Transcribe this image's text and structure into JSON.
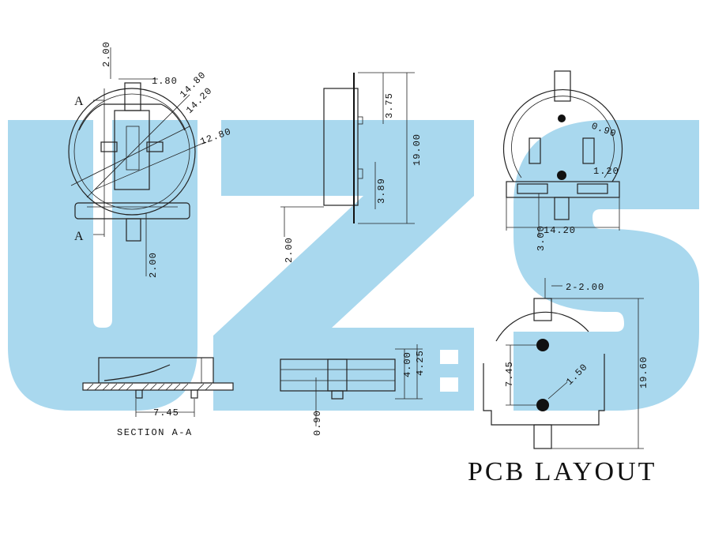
{
  "watermark": {
    "letters": [
      "U",
      "Z",
      "S"
    ],
    "color": "#a9d8ee"
  },
  "front_view": {
    "dim_top": "2.00",
    "dim_width": "1.80",
    "dim_outer": "14.80",
    "dim_inner": "14.20",
    "dim_battery": "12.80",
    "dim_bottom": "2.00",
    "section_label_top": "A",
    "section_label_bottom": "A"
  },
  "side_view": {
    "dim_upper": "3.75",
    "dim_height": "19.00",
    "dim_lower": "3.89",
    "dim_base": "2.00"
  },
  "top_view": {
    "dim_hole_small": "0.90",
    "dim_hole_large": "1.20",
    "dim_width": "14.20",
    "dim_pin": "3.00"
  },
  "section_view": {
    "dim_width": "7.45",
    "caption": "SECTION  A-A"
  },
  "bottom_view": {
    "dim_top": "4.00",
    "dim_side": "4.25",
    "dim_pin": "0.90"
  },
  "pcb_layout": {
    "dim_pads": "2-2.00",
    "dim_pitch": "7.45",
    "dim_hole": "1.50",
    "dim_height": "19.60",
    "title": "PCB LAYOUT"
  }
}
